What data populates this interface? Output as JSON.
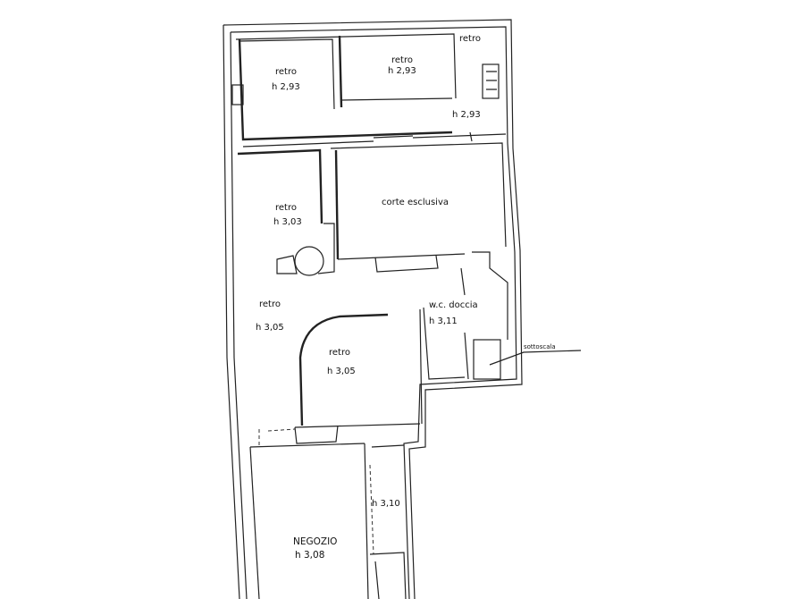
{
  "rooms": [
    {
      "id": "retro-top-left",
      "name": "retro",
      "height": "h 2,93"
    },
    {
      "id": "retro-top-mid",
      "name": "retro",
      "height": "h 2,93"
    },
    {
      "id": "retro-top-right",
      "name": "retro",
      "height": "h 2,93"
    },
    {
      "id": "corte",
      "name": "corte esclusiva"
    },
    {
      "id": "retro-mid-left",
      "name": "retro",
      "height": "h 3,03"
    },
    {
      "id": "retro-left-corridor",
      "name": "retro",
      "height": "h 3,05"
    },
    {
      "id": "retro-center",
      "name": "retro",
      "height": "h 3,05"
    },
    {
      "id": "wc",
      "name": "w.c. doccia",
      "height": "h 3,11"
    },
    {
      "id": "corridor",
      "height": "h 3,10"
    },
    {
      "id": "negozio",
      "name": "NEGOZIO",
      "height": "h 3,08"
    }
  ],
  "annotations": {
    "sottoscala": "sottoscala"
  }
}
